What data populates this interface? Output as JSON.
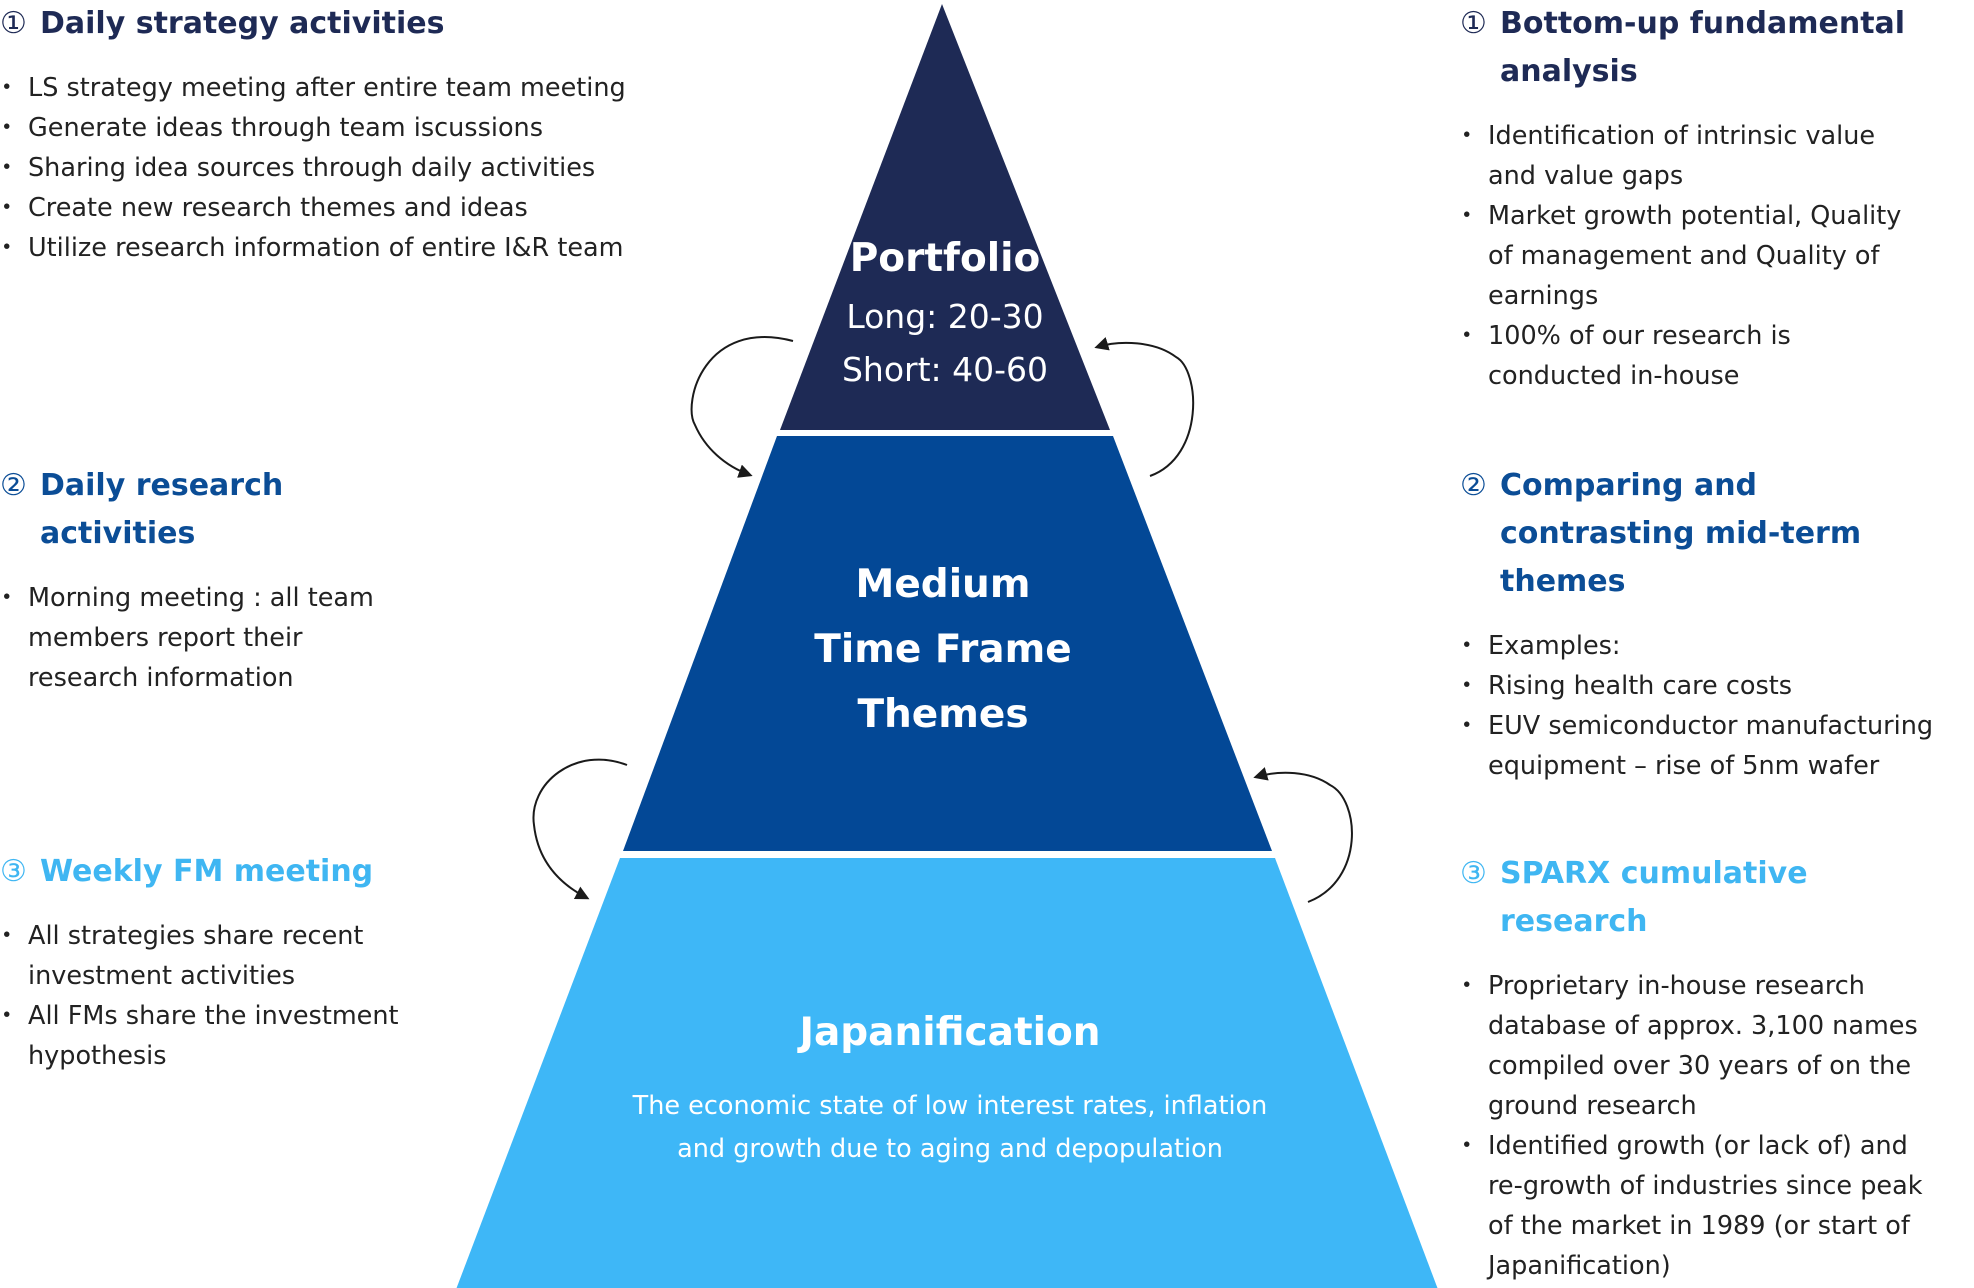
{
  "left_panels": [
    {
      "number": "①",
      "title": "Daily strategy activities",
      "color": "#1e2a55",
      "items": [
        "LS strategy meeting after entire team meeting",
        "Generate ideas through team iscussions",
        "Sharing idea sources through daily activities",
        "Create new research themes and ideas",
        "Utilize research information of entire I&R team"
      ]
    },
    {
      "number": "②",
      "title": "Daily research activities",
      "color": "#0b4d96",
      "items": [
        "Morning meeting : all team members report their research information"
      ]
    },
    {
      "number": "③",
      "title": "Weekly FM meeting",
      "color": "#3fb6f2",
      "items": [
        "All strategies share recent investment activities",
        "All FMs share the investment hypothesis"
      ]
    }
  ],
  "right_panels": [
    {
      "number": "①",
      "title": "Bottom-up fundamental analysis",
      "color": "#1e2a55",
      "items": [
        "Identification of intrinsic value and value gaps",
        "Market growth potential, Quality of management and Quality of earnings",
        "100% of our research is conducted in-house"
      ]
    },
    {
      "number": "②",
      "title": "Comparing and contrasting mid-term themes",
      "color": "#0b4d96",
      "items": [
        "Examples:",
        "Rising health care costs",
        "EUV semiconductor manufacturing equipment – rise of 5nm wafer"
      ]
    },
    {
      "number": "③",
      "title": "SPARX cumulative research",
      "color": "#3fb6f2",
      "items": [
        "Proprietary in-house research database of approx. 3,100 names compiled over 30 years of on the ground research",
        "Identified growth (or lack of) and re-growth of industries since peak of the market in 1989 (or start of Japanification)"
      ]
    }
  ],
  "pyramid": {
    "top": {
      "title": "Portfolio",
      "line1": "Long: 20-30",
      "line2": "Short: 40-60",
      "color": "#1e2a55"
    },
    "middle": {
      "line1": "Medium",
      "line2": "Time Frame",
      "line3": "Themes",
      "color": "#034896"
    },
    "bottom": {
      "title": "Japanification",
      "line1": "The economic state of low interest rates, inflation",
      "line2": "and growth due to aging and depopulation",
      "color": "#3eb7f7"
    }
  }
}
